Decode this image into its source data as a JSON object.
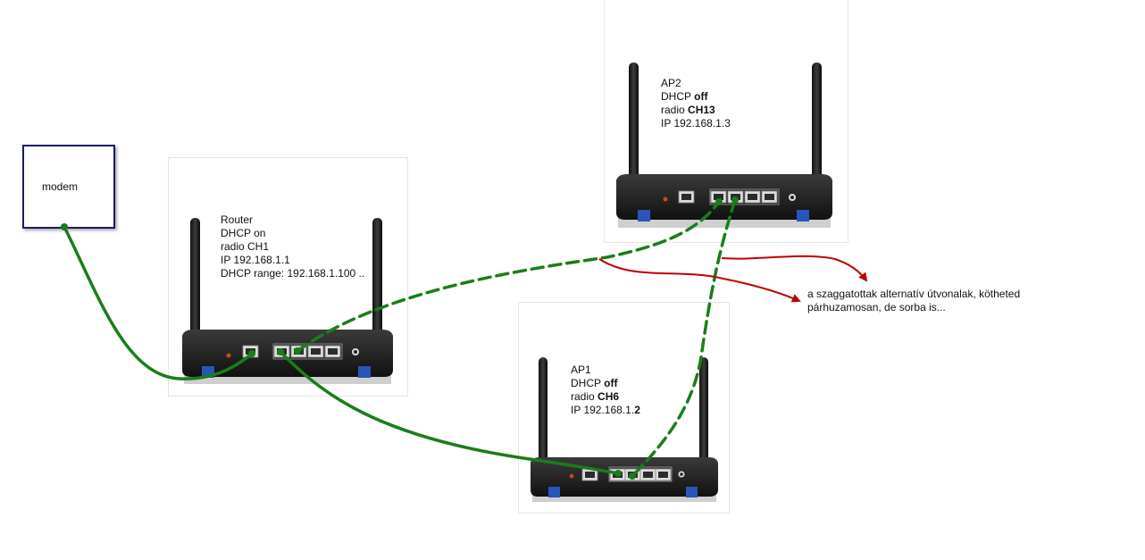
{
  "modem": {
    "label": "modem"
  },
  "router": {
    "line1": "Router",
    "line2": "DHCP on",
    "line3": "radio CH1",
    "line4": "IP 192.168.1.1",
    "line5": "DHCP range: 192.168.1.100 .."
  },
  "ap2": {
    "name": "AP2",
    "dhcp_prefix": "DHCP ",
    "dhcp_value": "off",
    "radio_prefix": "radio ",
    "radio_value": "CH13",
    "ip_prefix": "IP 192.168.1.",
    "ip_value": "3"
  },
  "ap1": {
    "name": "AP1",
    "dhcp_prefix": "DHCP ",
    "dhcp_value": "off",
    "radio_prefix": "radio ",
    "radio_value": "CH6",
    "ip_prefix": "IP 192.168.1.",
    "ip_value": "2"
  },
  "note": {
    "line1": "a szaggatottak alternatív útvonalak, kötheted",
    "line2": "párhuzamosan, de sorba is..."
  },
  "colors": {
    "cable": "#1a7d1a",
    "arrow": "#c00000",
    "modem_border": "#1a1a6e"
  }
}
